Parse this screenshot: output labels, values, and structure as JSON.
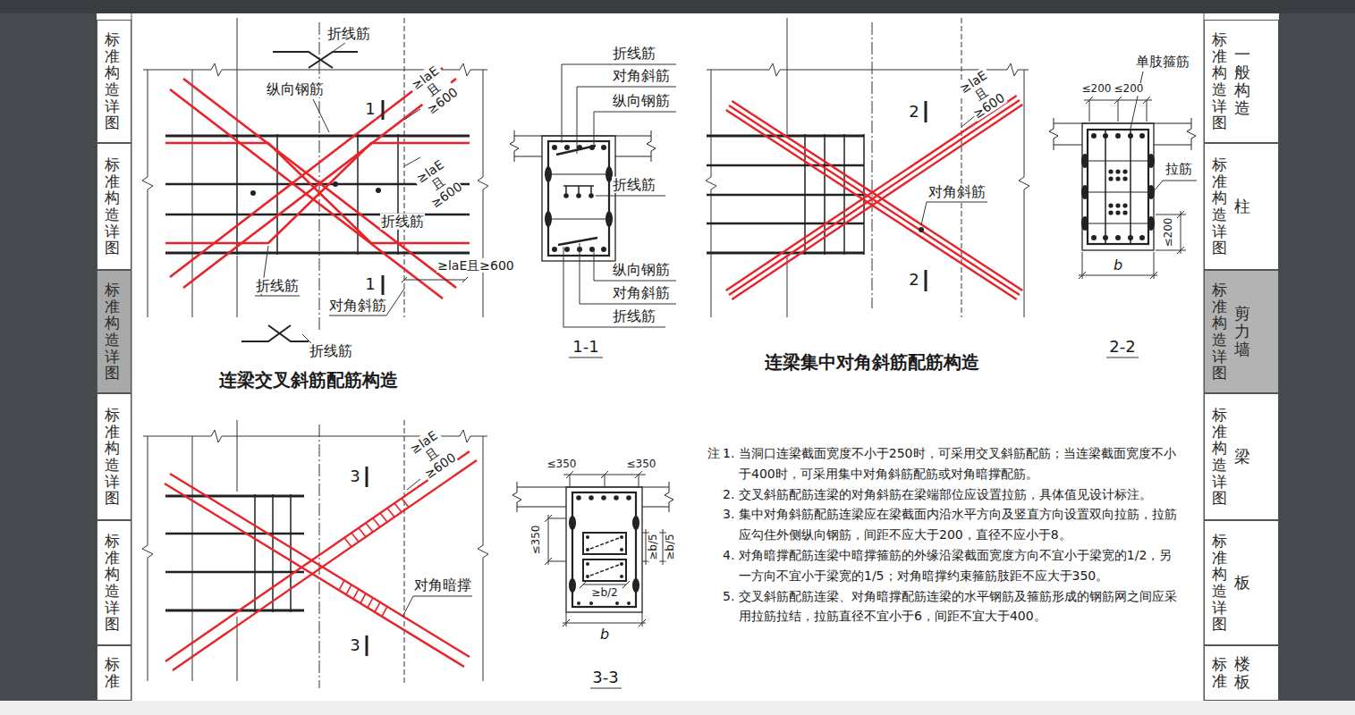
{
  "diagram": {
    "nodes": [
      {
        "text": [
          "标准构造详图"
        ]
      },
      {
        "text": [
          "标准构造详图"
        ]
      },
      {
        "text": [
          "标准构造详图"
        ]
      },
      {
        "text": [
          "标准构造详图"
        ]
      },
      {
        "text": [
          "标准构造详图"
        ]
      },
      {
        "text": [
          "标准"
        ]
      },
      {
        "text": [
          "标准构造详图",
          "一般构造"
        ]
      },
      {
        "text": [
          "标准构造详图",
          "柱"
        ]
      },
      {
        "text": [
          "标准构造详图",
          "剪力墙"
        ]
      },
      {
        "text": [
          "标准构造详图",
          "梁"
        ]
      },
      {
        "text": [
          "标准构造详图",
          "板"
        ]
      },
      {
        "text": [
          "标准",
          "楼板"
        ]
      }
    ],
    "labels": [
      "折线筋",
      "纵向钢筋",
      "≥laE 且≥600",
      "1",
      "≥laE 且≥600",
      "折线筋",
      "≥laE且≥600",
      "1",
      "折线筋",
      "对角斜筋",
      "折线筋",
      "连梁交叉斜筋配筋构造",
      "折线筋",
      "对角斜筋",
      "纵向钢筋",
      "折线筋",
      "纵向钢筋",
      "对角斜筋",
      "折线筋",
      "1-1",
      "≥laE 且≥600",
      "2",
      "对角斜筋",
      "2",
      "连梁集中对角斜筋配筋构造",
      "单肢箍筋",
      "≤200",
      "≤200",
      "拉筋",
      "≤200",
      "b",
      "2-2",
      "≥laE 且≥600",
      "3",
      "对角暗撑",
      "3",
      "≤350",
      "≤350",
      "≤350",
      "≥b/5",
      "≥b/5",
      "≥b/2",
      "b",
      "3-3",
      "注：",
      "1. 当洞口连梁截面宽度不小于250时，可采用交叉斜筋配筋；当连梁截面宽度不小于400时，可采用集中对角斜筋配筋或对角暗撑配筋。",
      "2. 交叉斜筋配筋连梁的对角斜筋在梁端部位应设置拉筋，具体值见设计标注。",
      "3. 集中对角斜筋配筋连梁应在梁截面内沿水平方向及竖直方向设置双向拉筋，拉筋应勾住外侧纵向钢筋，间距不应大于200，直径不应小于8。",
      "4. 对角暗撑配筋连梁中暗撑箍筋的外缘沿梁截面宽度方向不宜小于梁宽的1/2，另一方向不宜小于梁宽的1/5；对角暗撑约束箍筋肢距不应大于350。",
      "5. 交叉斜筋配筋连梁、对角暗撑配筋连梁的水平钢筋及箍筋形成的钢筋网之间应采用拉筋拉结，拉筋直径不宜小于6，间距不宜大于400。"
    ]
  }
}
